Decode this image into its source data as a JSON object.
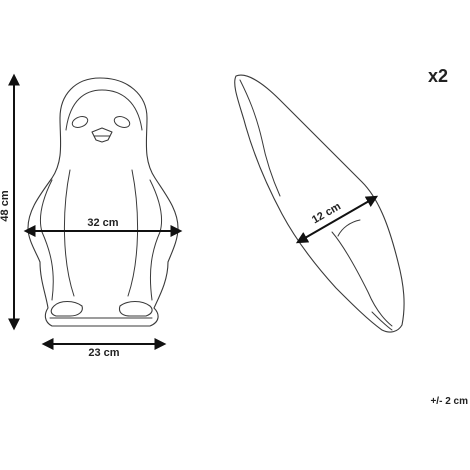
{
  "dimensions": {
    "height_label": "48 cm",
    "width_label": "32 cm",
    "base_label": "23 cm",
    "depth_label": "12 cm"
  },
  "quantity_label": "x2",
  "tolerance_label": "+/- 2 cm"
}
